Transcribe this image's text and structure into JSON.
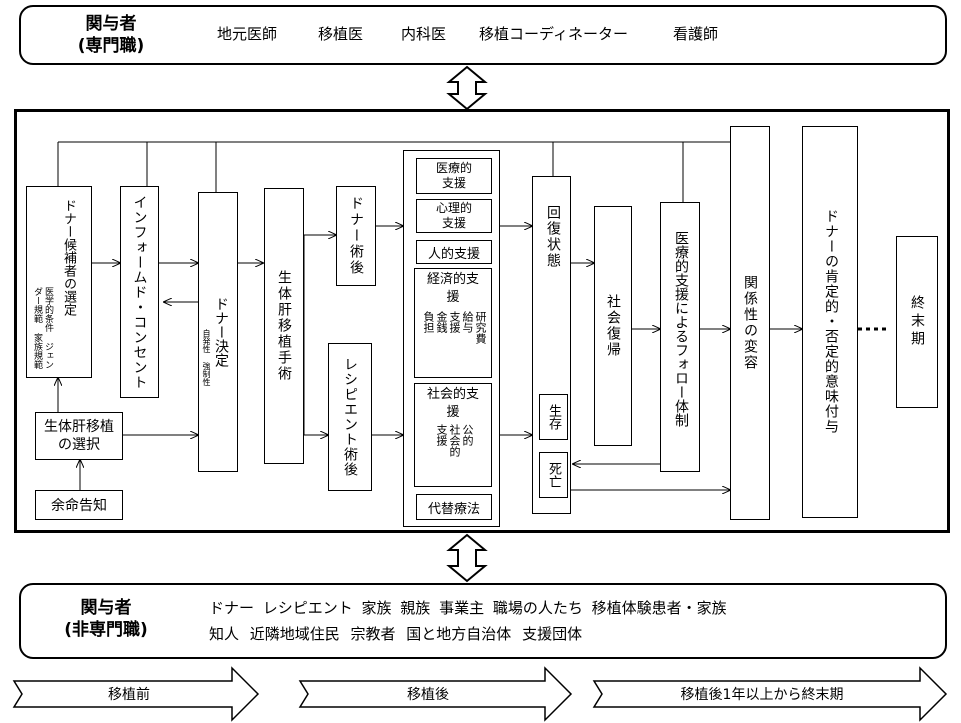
{
  "top_panel": {
    "title_line1": "関与者",
    "title_line2": "(専門職)",
    "members": [
      "地元医師",
      "移植医",
      "内科医",
      "移植コーディネーター",
      "看護師"
    ]
  },
  "bottom_panel": {
    "title_line1": "関与者",
    "title_line2": "(非専門職)",
    "row1": "ドナー レシピエント 家族 親族 事業主 職場の人たち 移植体験患者・家族",
    "row2": "知人 近隣地域住民 宗教者 国と地方自治体 支援団体"
  },
  "nodes": {
    "donor_selection": "ドナー候補者の選定",
    "donor_selection_sub": "医学的条件 ジェンダー規範 家族規範",
    "living_transplant_choice": "生体肝移植の選択",
    "prognosis": "余命告知",
    "informed_consent": "インフォームド・コンセント",
    "donor_decision": "ドナー決定",
    "donor_decision_sub": "自発性 強制性",
    "transplant_surgery": "生体肝移植手術",
    "donor_postop": "ドナー術後",
    "recipient_postop": "レシピエント術後",
    "recovery_state": "回復状態",
    "survival": "生存",
    "death": "死亡",
    "social_return": "社会復帰",
    "medical_support_system": "医療的支援によるフォロー体制",
    "relationship_change": "関係性の変容",
    "meaning_attribution": "ドナーの肯定的・否定的意味付与",
    "terminal": "終末期"
  },
  "support": {
    "medical": "医療的支援",
    "psych": "心理的支援",
    "human": "人的支援",
    "economic": "経済的支援",
    "economic_items": [
      "研究費",
      "給与",
      "支援",
      "金銭",
      "負担"
    ],
    "social": "社会的支援",
    "social_items": [
      "公的",
      "社会的",
      "支援"
    ],
    "alt_therapy": "代替療法"
  },
  "phases": [
    "移植前",
    "移植後",
    "移植後1年以上から終末期"
  ]
}
